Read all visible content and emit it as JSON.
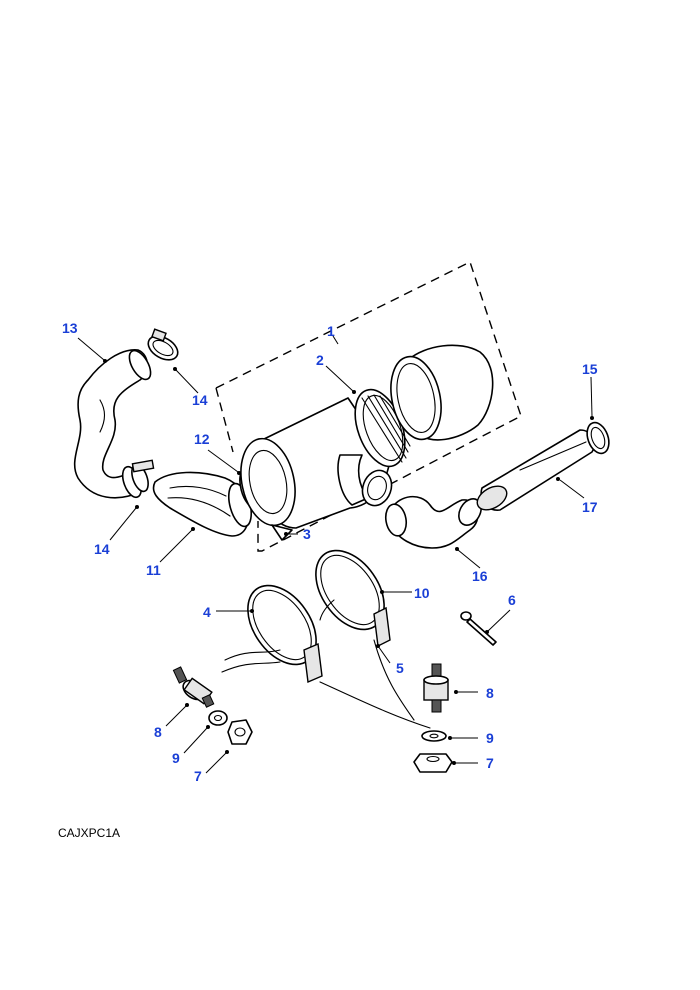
{
  "diagram_code": "CAJXPC1A",
  "callout_color": "#1a3fd6",
  "callouts": [
    {
      "id": "1",
      "text": "1"
    },
    {
      "id": "2",
      "text": "2"
    },
    {
      "id": "3",
      "text": "3"
    },
    {
      "id": "4",
      "text": "4"
    },
    {
      "id": "5",
      "text": "5"
    },
    {
      "id": "6",
      "text": "6"
    },
    {
      "id": "7a",
      "text": "7"
    },
    {
      "id": "7b",
      "text": "7"
    },
    {
      "id": "8a",
      "text": "8"
    },
    {
      "id": "8b",
      "text": "8"
    },
    {
      "id": "9a",
      "text": "9"
    },
    {
      "id": "9b",
      "text": "9"
    },
    {
      "id": "10",
      "text": "10"
    },
    {
      "id": "11",
      "text": "11"
    },
    {
      "id": "12",
      "text": "12"
    },
    {
      "id": "13",
      "text": "13"
    },
    {
      "id": "14a",
      "text": "14"
    },
    {
      "id": "14b",
      "text": "14"
    },
    {
      "id": "15",
      "text": "15"
    },
    {
      "id": "16",
      "text": "16"
    },
    {
      "id": "17",
      "text": "17"
    }
  ]
}
